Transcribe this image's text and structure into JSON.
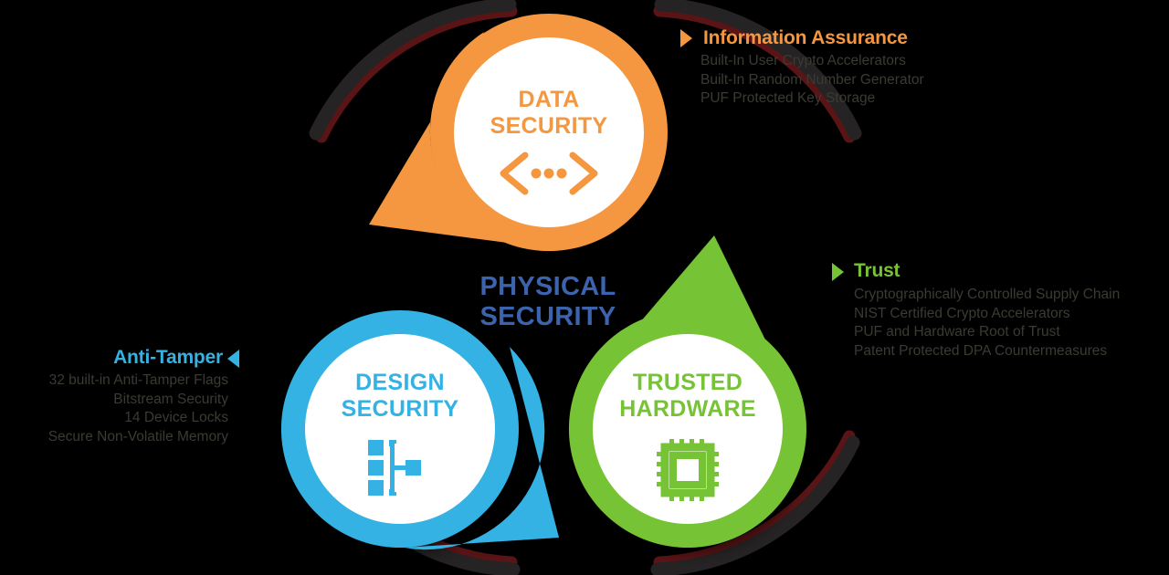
{
  "background_color": "#000000",
  "center": {
    "title_line1": "PHYSICAL",
    "title_line2": "SECURITY",
    "color": "#3C63AE"
  },
  "nodes": [
    {
      "id": "data-security",
      "label_line1": "DATA",
      "label_line2": "SECURITY",
      "color": "#F4973F",
      "icon": "code-brackets-dots-icon"
    },
    {
      "id": "design-security",
      "label_line1": "DESIGN",
      "label_line2": "SECURITY",
      "color": "#34B2E4",
      "icon": "hierarchy-tree-icon"
    },
    {
      "id": "trusted-hardware",
      "label_line1": "TRUSTED",
      "label_line2": "HARDWARE",
      "color": "#76C336",
      "icon": "cpu-chip-icon"
    }
  ],
  "callouts": [
    {
      "id": "information-assurance",
      "heading": "Information Assurance",
      "color": "#F4973F",
      "arrow": "triangle-right-icon",
      "items": [
        "Built-In User Crypto Accelerators",
        "Built-In Random Number Generator",
        "PUF Protected Key Storage"
      ]
    },
    {
      "id": "trust",
      "heading": "Trust",
      "color": "#76C336",
      "arrow": "triangle-right-icon",
      "items": [
        "Cryptographically Controlled Supply Chain",
        "NIST Certified Crypto Accelerators",
        "PUF and Hardware Root of Trust",
        "Patent Protected DPA Countermeasures"
      ]
    },
    {
      "id": "anti-tamper",
      "heading": "Anti-Tamper",
      "color": "#34B2E4",
      "arrow": "triangle-left-icon",
      "items": [
        "32 built-in Anti-Tamper Flags",
        "Bitstream Security",
        "14 Device Locks",
        "Secure Non-Volatile Memory"
      ]
    }
  ]
}
